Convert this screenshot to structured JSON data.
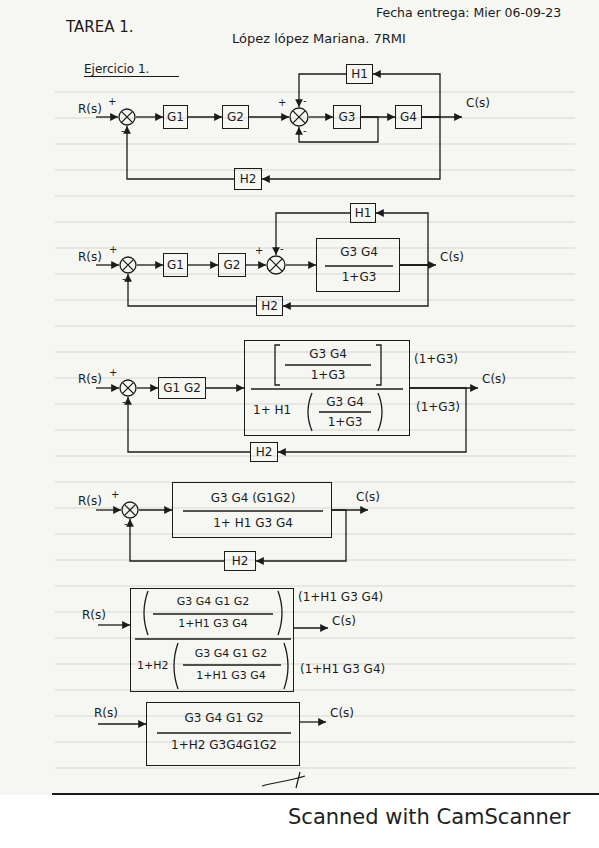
{
  "diagram": {
    "title": "TAREA 1.",
    "nodes": [
      {
        "text": [
          "+",
          "-"
        ]
      },
      {
        "text": [
          "G1"
        ]
      },
      {
        "text": [
          "G2"
        ]
      },
      {
        "text": [
          "+",
          "-",
          "-"
        ]
      },
      {
        "text": [
          "G3"
        ]
      },
      {
        "text": [
          "G4"
        ]
      },
      {
        "text": [
          "H1"
        ]
      },
      {
        "text": [
          "H2"
        ]
      },
      {
        "text": [
          "+",
          "-"
        ]
      },
      {
        "text": [
          "G1"
        ]
      },
      {
        "text": [
          "G2"
        ]
      },
      {
        "text": [
          "+",
          "-"
        ]
      },
      {
        "text": [
          "G3 G4",
          "1+G3"
        ]
      },
      {
        "text": [
          "H1"
        ]
      },
      {
        "text": [
          "H2"
        ]
      },
      {
        "text": [
          "+",
          "-"
        ]
      },
      {
        "text": [
          "G1 G2"
        ]
      },
      {
        "text": [
          "G3 G4",
          "1+G3",
          "1+ H1",
          "G3 G4",
          "1+G3"
        ]
      },
      {
        "text": [
          "H2"
        ]
      },
      {
        "text": [
          "+",
          "-"
        ]
      },
      {
        "text": [
          "G3 G4 (G1G2)",
          "1+ H1 G3 G4"
        ]
      },
      {
        "text": [
          "H2"
        ]
      },
      {
        "text": [
          "G3 G4 G1 G2",
          "1+H1 G3 G4",
          "1+H2",
          "G3 G4 G1 G2",
          "1+H1 G3 G4"
        ]
      },
      {
        "text": [
          "G3 G4 G1 G2",
          "1+H2 G3G4G1G2"
        ]
      }
    ],
    "edges": [
      {
        "from": 0,
        "to": 1,
        "arrow": "to"
      },
      {
        "from": 1,
        "to": 2,
        "arrow": "to"
      },
      {
        "from": 2,
        "to": 3,
        "arrow": "to"
      },
      {
        "from": 3,
        "to": 4,
        "arrow": "to"
      },
      {
        "from": 4,
        "to": 5,
        "arrow": "to"
      },
      {
        "from": 5,
        "to": 6,
        "arrow": "to"
      },
      {
        "from": 6,
        "to": 3,
        "arrow": "to"
      },
      {
        "from": 4,
        "to": 3,
        "arrow": "to"
      },
      {
        "from": 5,
        "to": 7,
        "arrow": "to"
      },
      {
        "from": 7,
        "to": 0,
        "arrow": "to"
      },
      {
        "from": 8,
        "to": 9,
        "arrow": "to"
      },
      {
        "from": 9,
        "to": 10,
        "arrow": "to"
      },
      {
        "from": 10,
        "to": 11,
        "arrow": "to"
      },
      {
        "from": 11,
        "to": 12,
        "arrow": "to"
      },
      {
        "from": 12,
        "to": 13,
        "arrow": "to"
      },
      {
        "from": 13,
        "to": 11,
        "arrow": "to"
      },
      {
        "from": 12,
        "to": 14,
        "arrow": "to"
      },
      {
        "from": 14,
        "to": 8,
        "arrow": "to"
      },
      {
        "from": 15,
        "to": 16,
        "arrow": "to"
      },
      {
        "from": 16,
        "to": 17,
        "arrow": "to"
      },
      {
        "from": 17,
        "to": 18,
        "arrow": "to"
      },
      {
        "from": 18,
        "to": 15,
        "arrow": "to"
      },
      {
        "from": 19,
        "to": 20,
        "arrow": "to"
      },
      {
        "from": 20,
        "to": 21,
        "arrow": "to"
      },
      {
        "from": 21,
        "to": 19,
        "arrow": "to"
      }
    ],
    "labels": [
      "Fecha entrega: Mier 06-09-23",
      "López lópez Mariana. 7RMI",
      "Ejercicio 1.",
      "R(s)",
      "C(s)",
      "R(s)",
      "C(s)",
      "R(s)",
      "(1+G3)",
      "C(s)",
      "(1+G3)",
      "R(s)",
      "C(s)",
      "R(s)",
      "(1+H1 G3 G4)",
      "C(s)",
      "(1+H1 G3 G4)",
      "R(s)",
      "C(s)",
      "Scanned with CamScanner"
    ]
  }
}
